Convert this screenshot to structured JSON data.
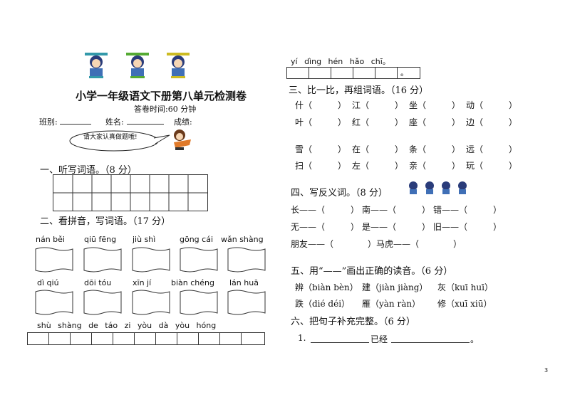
{
  "header": {
    "title": "小学一年级语文下册第八单元检测卷",
    "time": "答卷时间:60 分钟",
    "class_label": "班别:",
    "name_label": "姓名:",
    "score_label": "成绩:",
    "bubble": "请大家认真做题哦!"
  },
  "left": {
    "s1": "一、听写词语。（8 分）",
    "s2": "二、看拼音，写词语。（17 分）",
    "pinyin_row1": [
      "nán běi",
      "qiū fēng",
      "jiù shì",
      "gōng cái",
      "wǎn shàng"
    ],
    "pinyin_row2": [
      "dì qiú",
      "dōi tóu",
      "xīn jí",
      "biàn chéng",
      "lán huā"
    ],
    "pinyin_row3": "shù shàng de táo zi yòu dà yòu hóng"
  },
  "right": {
    "pinyin_top": "yí dìng hén hǎo chī。",
    "period": "。",
    "s3": "三、比一比，再组词语。（16 分）",
    "compare_rows": [
      [
        "什（　　　）",
        "江（　　　）",
        "坐（　　　）",
        "动（　　　）"
      ],
      [
        "叶（　　　）",
        "红（　　　）",
        "座（　　　）",
        "边（　　　）"
      ],
      [
        "雪（　　　）",
        "在（　　　）",
        "条（　　　）",
        "远（　　　）"
      ],
      [
        "扫（　　　）",
        "左（　　　）",
        "亲（　　　）",
        "玩（　　　）"
      ]
    ],
    "s4": "四、写反义词。（8 分）",
    "antonym_rows": [
      [
        "长——（　　　）",
        "南——（　　　）",
        "错——（　　　）"
      ],
      [
        "无——（　　　）",
        "是——（　　　）",
        "旧——（　　　）"
      ],
      [
        "朋友——（　　　　）马虎——（　　　　）"
      ]
    ],
    "s5": "五、用“——”画出正确的读音。（6 分）",
    "reading_rows": [
      [
        "辨（biàn bèn）",
        "建（jiàn jiàng）",
        "灰（kuī huī）"
      ],
      [
        "跌（dié déi）",
        "雁（yàn ràn）",
        "修（xuī xiū）"
      ]
    ],
    "s6": "六、把句子补充完整。（6 分）",
    "sentence_num": "1.",
    "sentence_mid": "已经",
    "sentence_end": "。"
  },
  "footer": {
    "page": "3"
  }
}
